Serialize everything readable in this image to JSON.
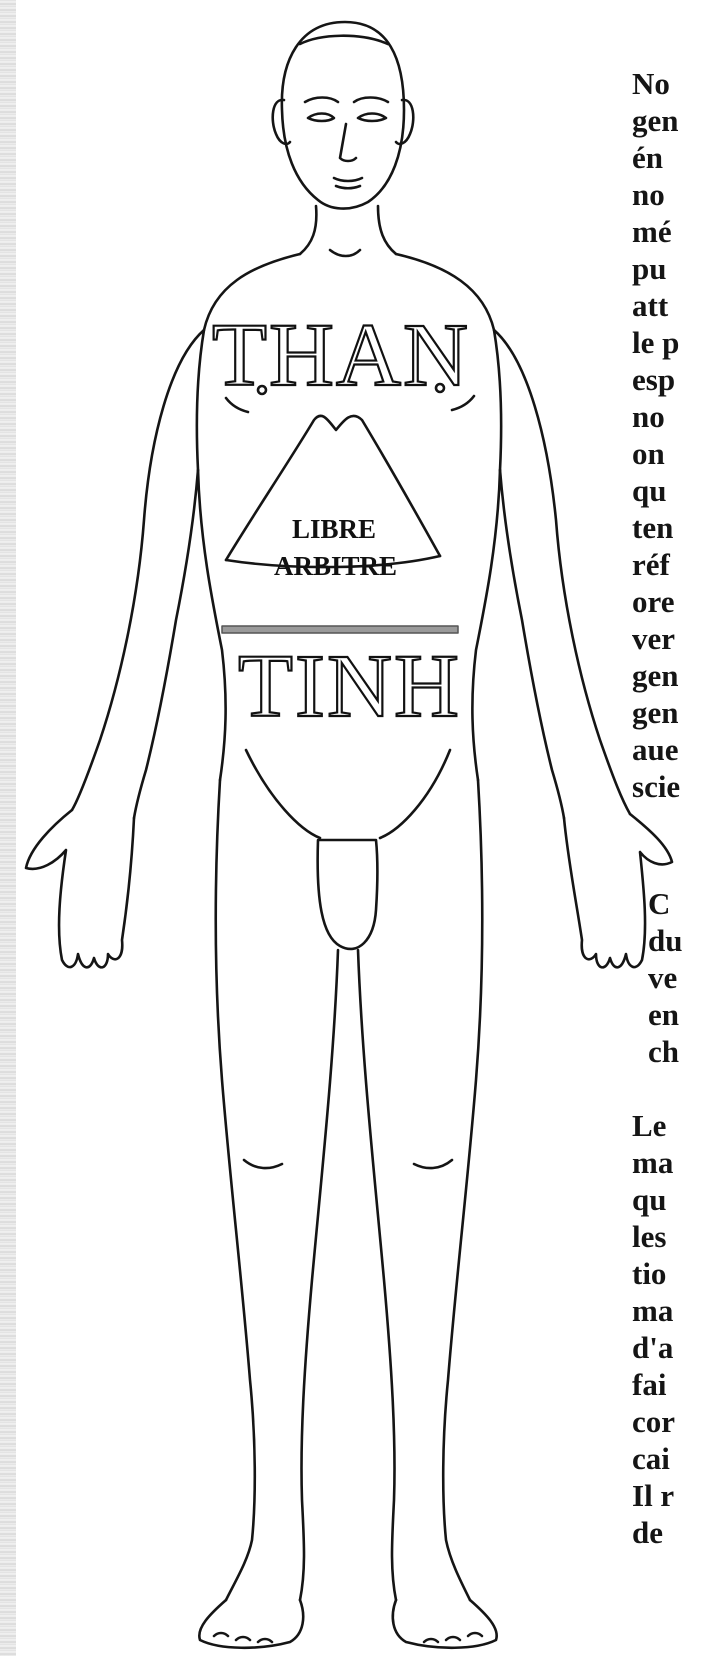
{
  "figure": {
    "labels": {
      "upper": "THAN",
      "middle_line1": "LIBRE",
      "middle_line2": "ARBITRE",
      "lower": "TINH"
    }
  },
  "text_column": {
    "lines": [
      "No",
      "gen",
      "én",
      "no",
      "mé",
      "pu",
      "att",
      "le p",
      "esp",
      "no",
      "on",
      "qu",
      "ten",
      "réf",
      "ore",
      "ver",
      "gen",
      "gen",
      "aue",
      "scie",
      "C",
      "du",
      "ve",
      "en",
      "ch",
      "Le",
      "ma",
      "qu",
      "les",
      "tio",
      "ma",
      "d'a",
      "fai",
      "cor",
      "cai",
      "Il r",
      "de"
    ]
  }
}
